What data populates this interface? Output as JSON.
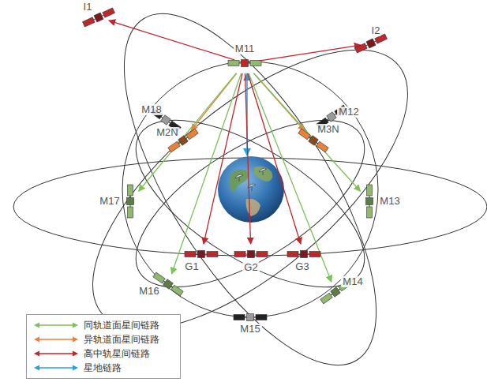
{
  "diagram": {
    "nodes": [
      {
        "text": [
          "I1"
        ]
      },
      {
        "text": [
          "M11"
        ]
      },
      {
        "text": [
          "I2"
        ]
      },
      {
        "text": [
          "M18"
        ]
      },
      {
        "text": [
          "M12"
        ]
      },
      {
        "text": [
          "M2N"
        ]
      },
      {
        "text": [
          "M3N"
        ]
      },
      {
        "text": [
          "M17"
        ]
      },
      {
        "text": [
          "M13"
        ]
      },
      {
        "text": [
          "G1"
        ]
      },
      {
        "text": [
          "G2"
        ]
      },
      {
        "text": [
          "G3"
        ]
      },
      {
        "text": [
          "M16"
        ]
      },
      {
        "text": [
          "M14"
        ]
      },
      {
        "text": [
          "M15"
        ]
      }
    ],
    "edges": [
      {
        "from": 1,
        "to": 0,
        "arrow": "to"
      },
      {
        "from": 1,
        "to": 2,
        "arrow": "to"
      },
      {
        "from": 1,
        "to": 5,
        "arrow": "to"
      },
      {
        "from": 1,
        "to": 6,
        "arrow": "to"
      },
      {
        "from": 1,
        "to": 7,
        "arrow": "to"
      },
      {
        "from": 1,
        "to": 8,
        "arrow": "to"
      },
      {
        "from": 1,
        "to": 12,
        "arrow": "to"
      },
      {
        "from": 1,
        "to": 13,
        "arrow": "to"
      },
      {
        "from": 1,
        "to": 9,
        "arrow": "to"
      },
      {
        "from": 1,
        "to": 10,
        "arrow": "to"
      },
      {
        "from": 1,
        "to": 11,
        "arrow": "to"
      }
    ],
    "legend": [
      {
        "text": "同轨道面星间链路"
      },
      {
        "text": "异轨道面星间链路"
      },
      {
        "text": "高中轨星间链路"
      },
      {
        "text": "星地链路"
      }
    ]
  }
}
